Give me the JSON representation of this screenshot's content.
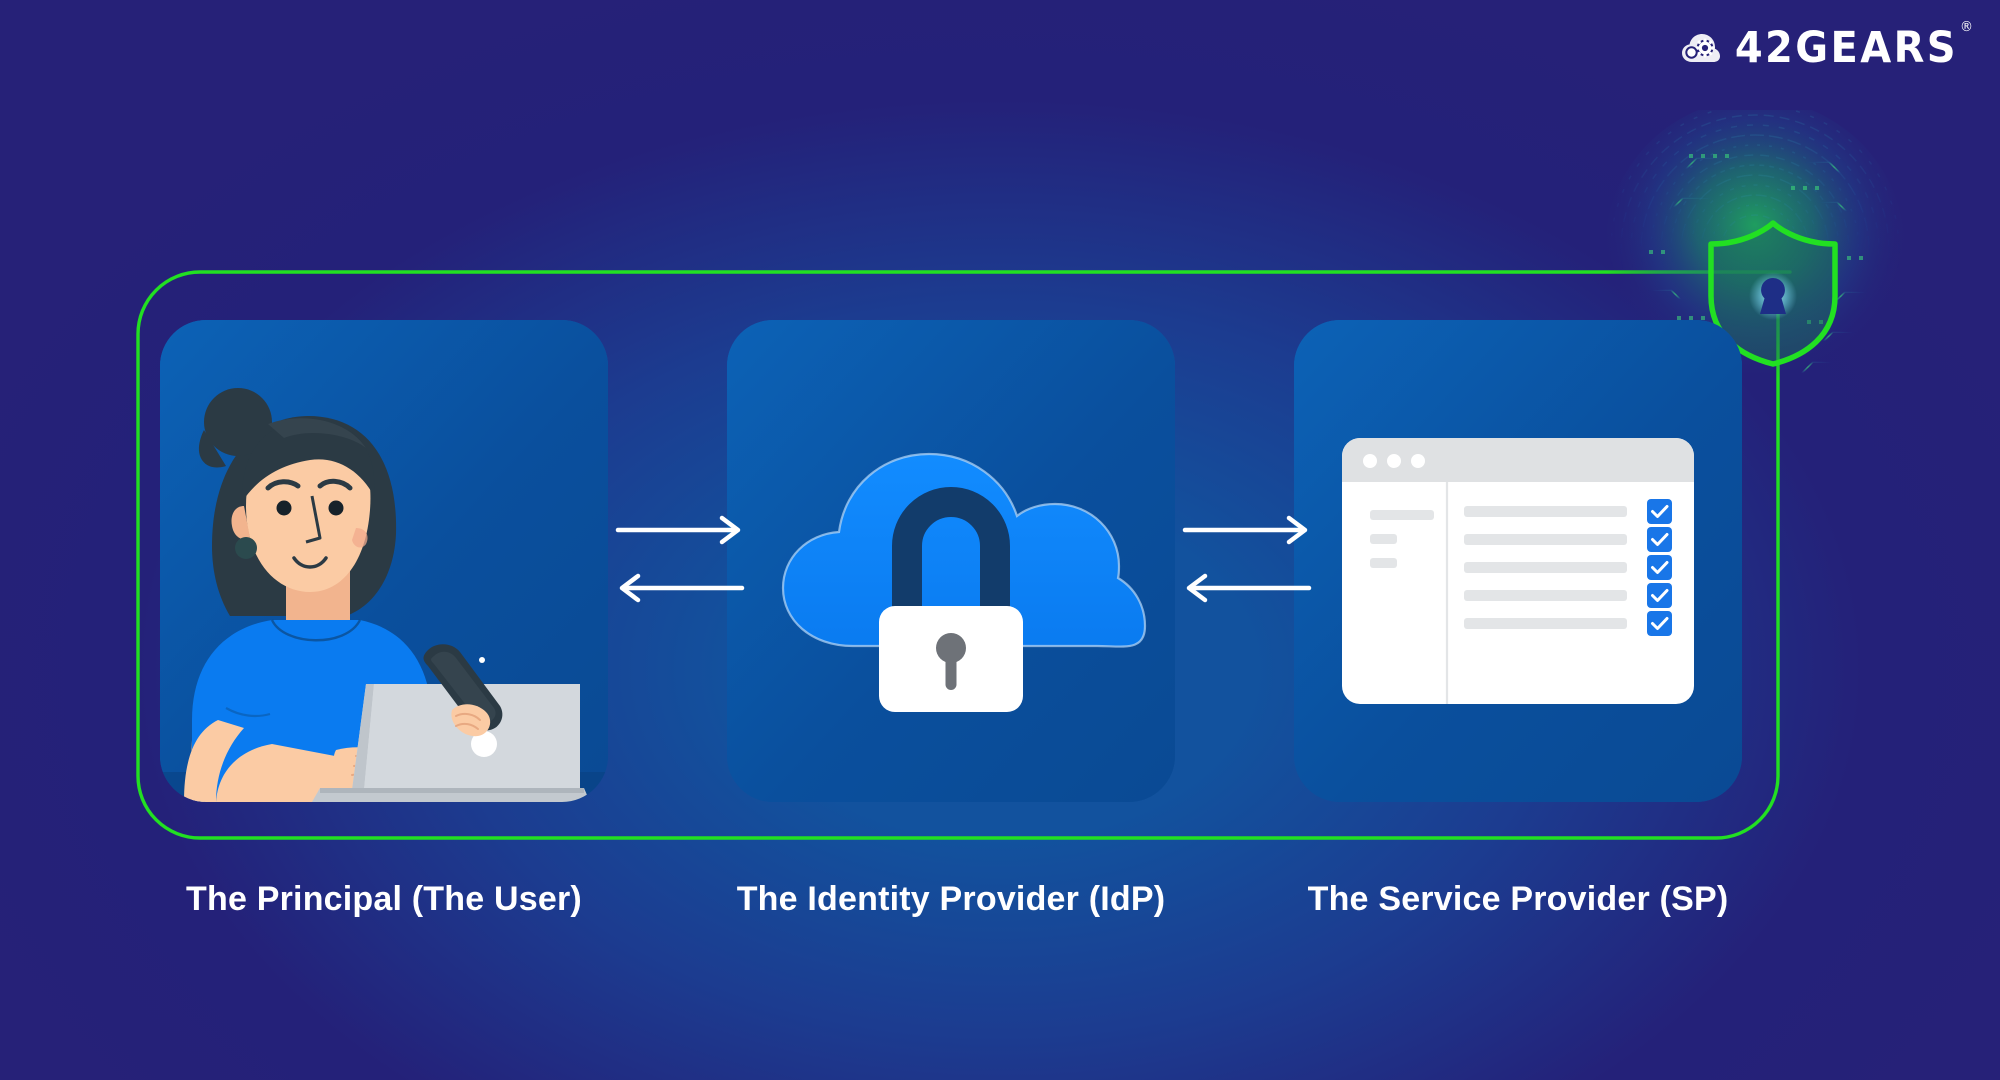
{
  "brand": {
    "logo_text": "42GEARS",
    "logo_registered_mark": "®",
    "logo_icon": "cloud-gear-icon",
    "logo_color": "#FFFFFF"
  },
  "theme": {
    "background_outer": "#262178",
    "background_center": "#12539F",
    "card_blue": "#0B59A9",
    "accent_green": "#22E022",
    "accent_blue": "#0A84F5",
    "checkbox_blue": "#1976E8",
    "lock_navy": "#123C6B",
    "white": "#FFFFFF"
  },
  "security_badge": {
    "icon": "shield-keyhole-icon",
    "outline_color": "#22E022",
    "keyhole_color": "#1E2E86",
    "glow": "circuit-board-radial-glow"
  },
  "perimeter": {
    "name": "secure-perimeter-outline",
    "color": "#22E022",
    "stroke_width": 3
  },
  "panels": [
    {
      "id": "principal",
      "caption": "The Principal (The User)",
      "illustration": "person-with-laptop-and-phone-illustration",
      "illustration_parts": [
        "woman-avatar",
        "hair-bun",
        "blue-tshirt",
        "smartphone",
        "laptop"
      ]
    },
    {
      "id": "idp",
      "caption": "The Identity Provider (IdP)",
      "illustration": "cloud-with-padlock-icon",
      "illustration_parts": [
        "cloud-shape",
        "padlock-shackle",
        "padlock-body",
        "keyhole"
      ]
    },
    {
      "id": "sp",
      "caption": "The Service Provider (SP)",
      "illustration": "browser-window-checklist-mockup",
      "browser_mockup": {
        "traffic_light_dots": 3,
        "sidebar_placeholder_bars": 3,
        "checklist_rows": 5,
        "checkbox_state": "checked",
        "checkbox_glyph": "✓"
      }
    }
  ],
  "connectors": [
    {
      "id": "principal-to-idp",
      "top_arrow": "arrow-right",
      "bottom_arrow": "arrow-left",
      "color": "#FFFFFF"
    },
    {
      "id": "idp-to-sp",
      "top_arrow": "arrow-right",
      "bottom_arrow": "arrow-left",
      "color": "#FFFFFF"
    }
  ]
}
